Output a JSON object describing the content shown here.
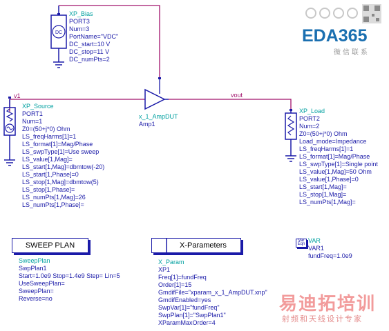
{
  "bias": {
    "title": "XP_Bias",
    "lines": [
      "PORT3",
      "Num=3",
      "PortName=\"VDC\"",
      "DC_start=10 V",
      "DC_stop=11 V",
      "DC_numPts=2"
    ],
    "symbol_text": "DC"
  },
  "source": {
    "title": "XP_Source",
    "wire_label": "v1",
    "lines": [
      "PORT1",
      "Num=1",
      "Z0=(50+j*0) Ohm",
      "LS_freqHarms[1]=1",
      "LS_format[1]=Mag/Phase",
      "LS_swpType[1]=Use sweep",
      "LS_value[1,Mag]=",
      "LS_start[1,Mag]=dbmtow(-20)",
      "LS_start[1,Phase]=0",
      "LS_stop[1,Mag]=dbmtow(5)",
      "LS_stop[1,Phase]=",
      "LS_numPts[1,Mag]=26",
      "LS_numPts[1,Phase]="
    ]
  },
  "amp": {
    "lines": [
      "x_1_AmpDUT",
      "Amp1"
    ]
  },
  "vout_label": "vout",
  "load": {
    "title": "XP_Load",
    "lines": [
      "PORT2",
      "Num=2",
      "Z0=(50+j*0) Ohm",
      "Load_mode=Impedance",
      "LS_freqHarms[1]=1",
      "LS_format[1]=Mag/Phase",
      "LS_swpType[1]=Single point",
      "LS_value[1,Mag]=50 Ohm",
      "LS_value[1,Phase]=0",
      "LS_start[1,Mag]=",
      "LS_stop[1,Mag]=",
      "LS_numPts[1,Mag]="
    ]
  },
  "sweep": {
    "button_label": "SWEEP PLAN",
    "title": "SweepPlan",
    "lines": [
      "SwpPlan1",
      "Start=1.0e9  Stop=1.4e9  Step=  Lin=5",
      "UseSweepPlan=",
      "SweepPlan=",
      "Reverse=no"
    ]
  },
  "xparam": {
    "button_label": "X-Parameters",
    "title": "X_Param",
    "lines": [
      "XP1",
      "Freq[1]=fundFreq",
      "Order[1]=15",
      "GmdifFile=\"xparam_x_1_AmpDUT.xnp\"",
      "GmdifEnabled=yes",
      "SwpVar[1]=\"fundFreq\"",
      "SwpPlan[1]=\"SwpPlan1\"",
      "XParamMaxOrder=4"
    ]
  },
  "var": {
    "icon_text": "Var Eqn",
    "title": "VAR",
    "lines": [
      "VAR1",
      "fundFreq=1.0e9"
    ]
  },
  "logo": {
    "brand": "EDA365",
    "sub": "微信联系"
  },
  "watermark": {
    "big": "易迪拓培训",
    "small": "射频和天线设计专家"
  },
  "colors": {
    "wire": "#a0106a",
    "component": "#1a1aa8",
    "title": "#00a0a0",
    "ground": "#1a1aa8"
  }
}
